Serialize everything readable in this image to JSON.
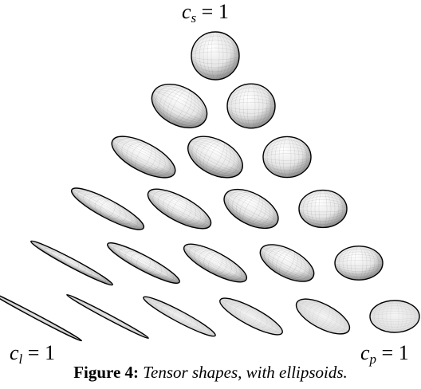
{
  "figure": {
    "labels": {
      "cs": {
        "var": "c",
        "sub": "s",
        "rest": " = 1"
      },
      "cl": {
        "var": "c",
        "sub": "l",
        "rest": " = 1"
      },
      "cp": {
        "var": "c",
        "sub": "p",
        "rest": " = 1"
      }
    },
    "caption": {
      "label": "Figure 4:",
      "text": "Tensor shapes, with ellipsoids."
    },
    "glyph_rows": 6,
    "colors": {
      "ink": "#000000",
      "shade_light": "#fafafa",
      "shade_dark": "#8c8c8c",
      "flat_fill": "#e8e8e8"
    }
  }
}
